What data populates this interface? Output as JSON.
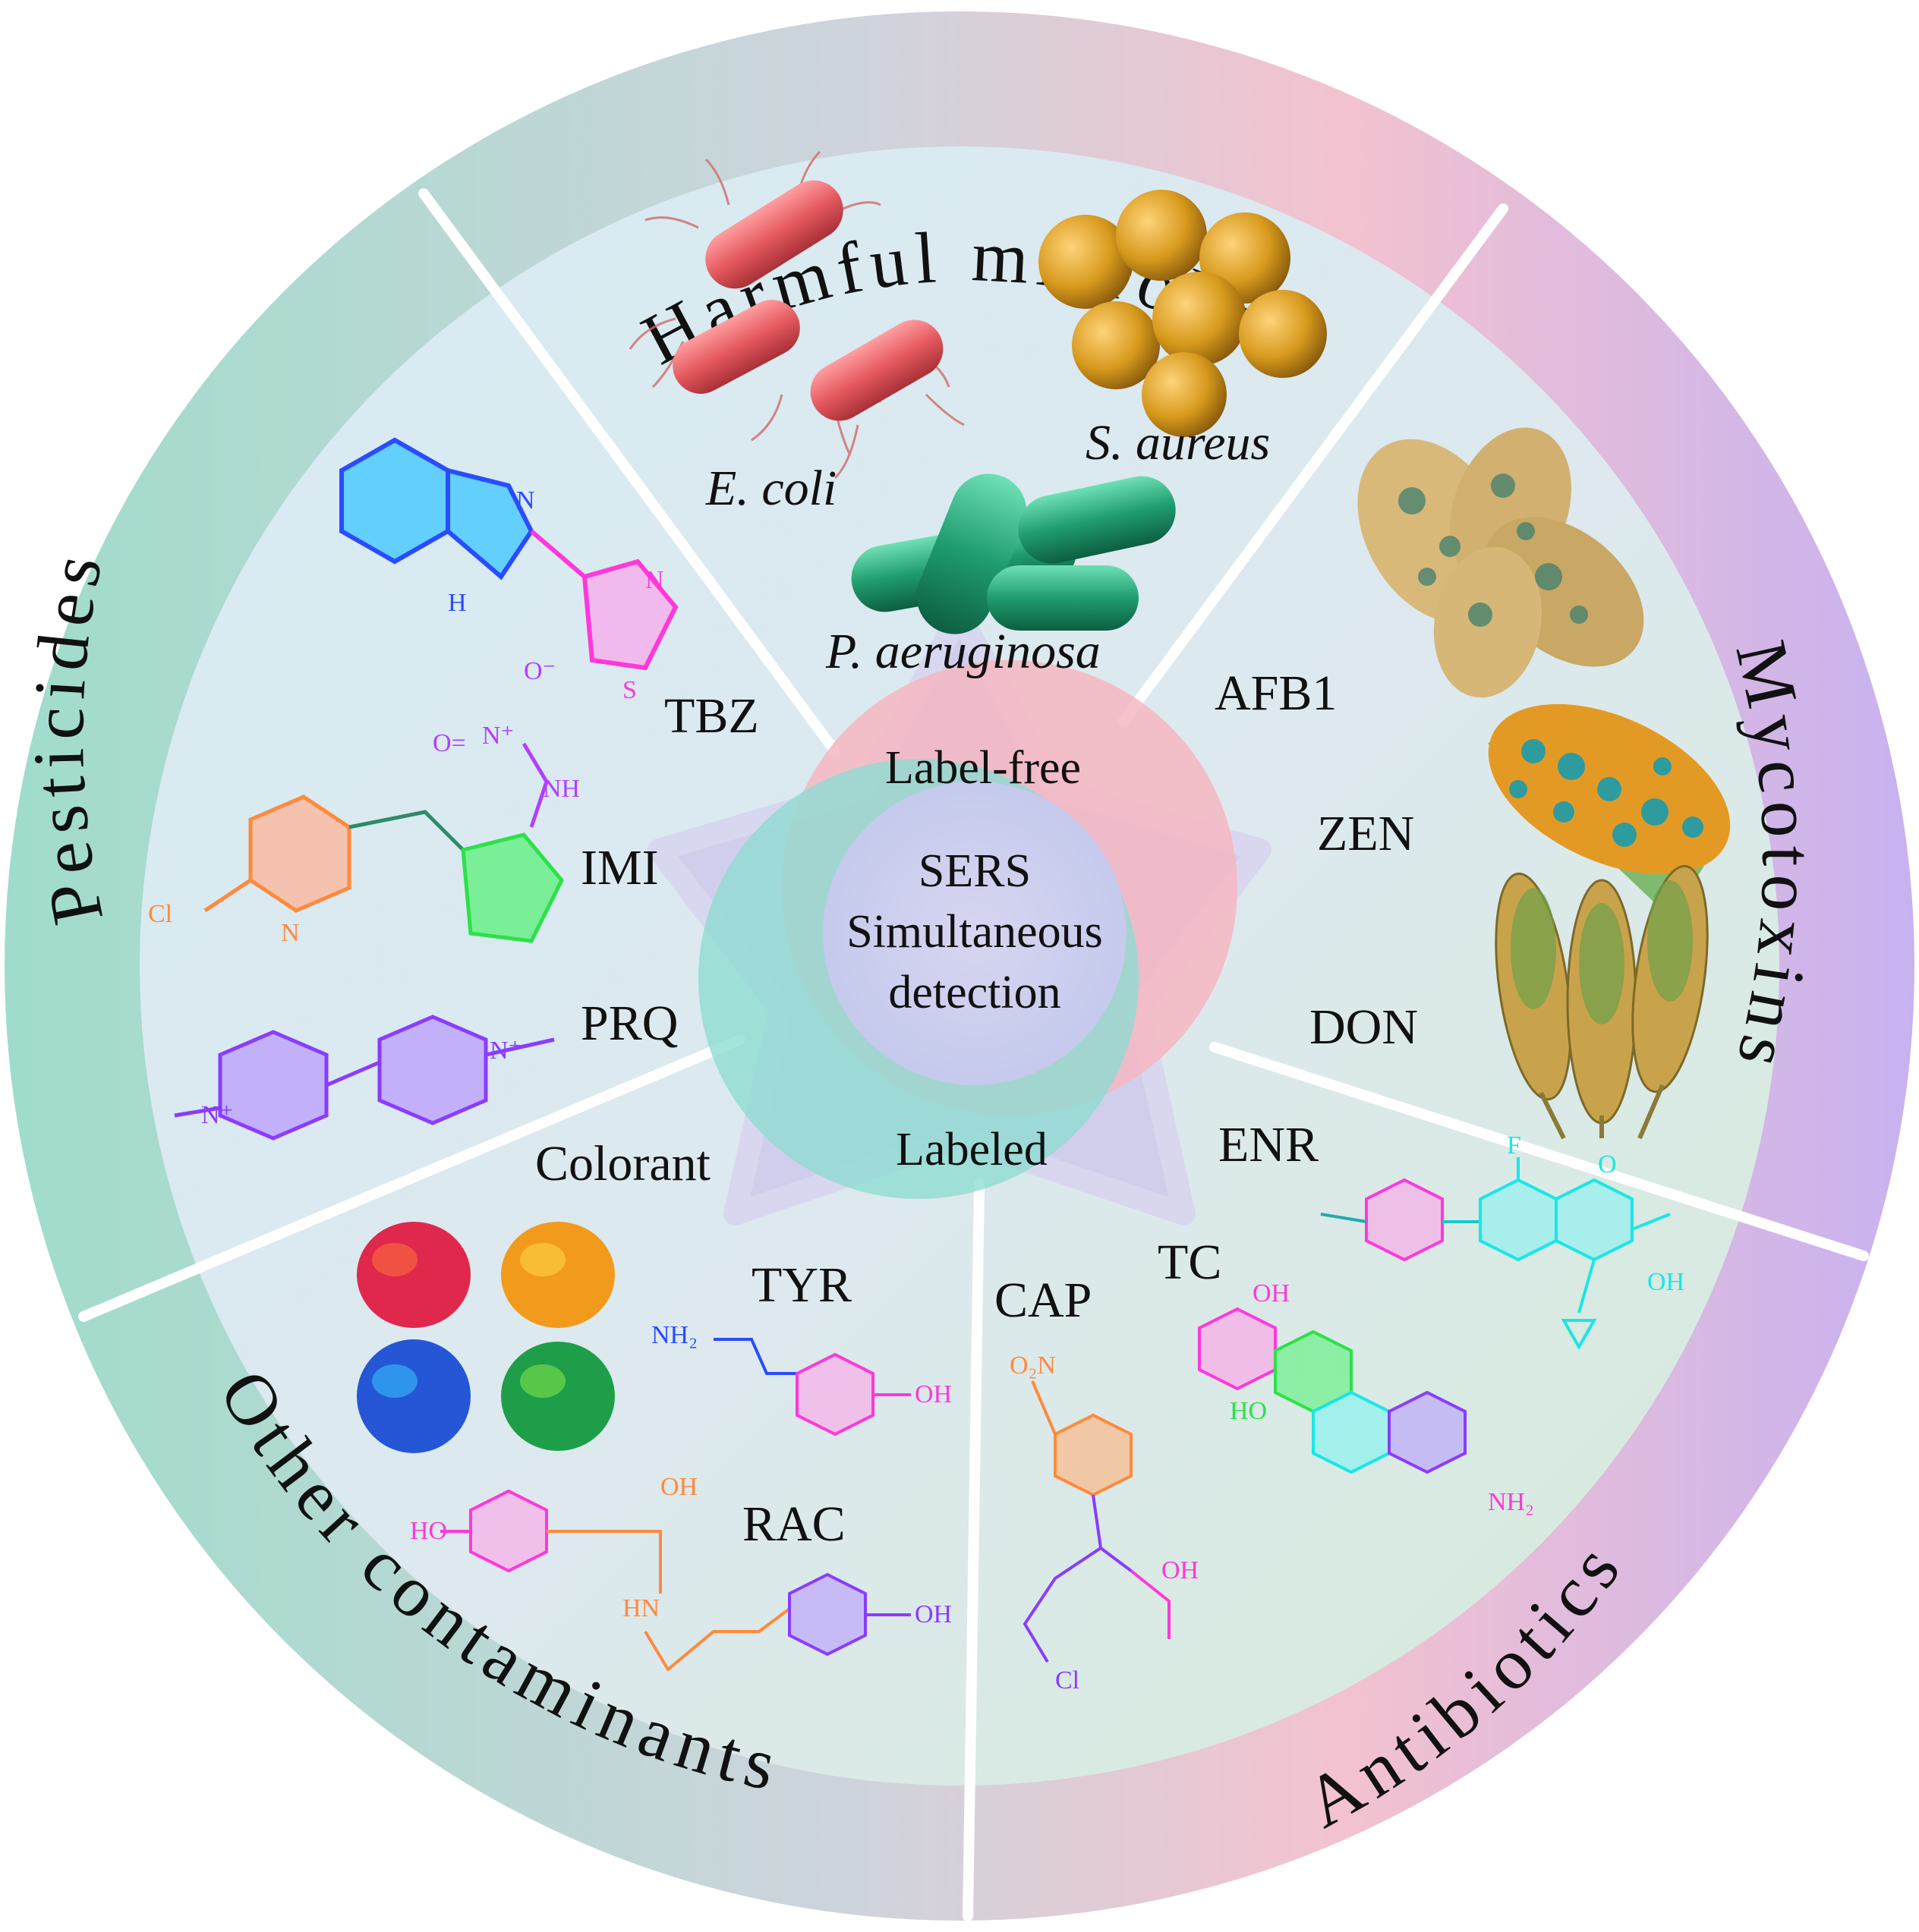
{
  "diagram": {
    "center": {
      "line1": "SERS",
      "line2": "Simultaneous",
      "line3": "detection",
      "label_free": "Label-free",
      "labeled": "Labeled"
    },
    "sectors": {
      "harmful_microbes": {
        "title": "Harmful microbes",
        "ecoli": "E. coli",
        "saureus": "S. aureus",
        "paeruginosa": "P. aeruginosa"
      },
      "mycotoxins": {
        "title": "Mycotoxins",
        "afb1": "AFB1",
        "zen": "ZEN",
        "don": "DON"
      },
      "antibiotics": {
        "title": "Antibiotics",
        "enr": "ENR",
        "tc": "TC",
        "cap": "CAP"
      },
      "other_contaminants": {
        "title": "Other contaminants",
        "colorant": "Colorant",
        "tyr": "TYR",
        "rac": "RAC"
      },
      "pesticides": {
        "title": "Pesticides",
        "tbz": "TBZ",
        "imi": "IMI",
        "prq": "PRQ"
      }
    },
    "atoms": {
      "n": "N",
      "h": "H",
      "s": "S",
      "o_minus": "O⁻",
      "n_plus": "N⁺",
      "o_eq": "O=",
      "nh": "NH",
      "cl": "Cl",
      "oh": "OH",
      "nh2": "NH₂",
      "hn": "HN",
      "f": "F",
      "o": "O",
      "ho": "HO",
      "o2n": "O₂N",
      "nh2_tc": "NH₂"
    },
    "colors": {
      "ring_teal": "#a8dccb",
      "ring_pink": "#f3c6d3",
      "ring_purple": "#cdb8ee",
      "inner_blue": "#dcebf2",
      "inner_green": "#d8ebdf",
      "pesticide_blue": "#2a4cff",
      "pesticide_pink": "#ff4fe0",
      "imi_green": "#2ee04a",
      "tbz_purple": "#b040ff",
      "cyan": "#19e6e6",
      "orange": "#ff8a3c",
      "purple": "#8a3cff",
      "magenta": "#ff38d9"
    }
  }
}
